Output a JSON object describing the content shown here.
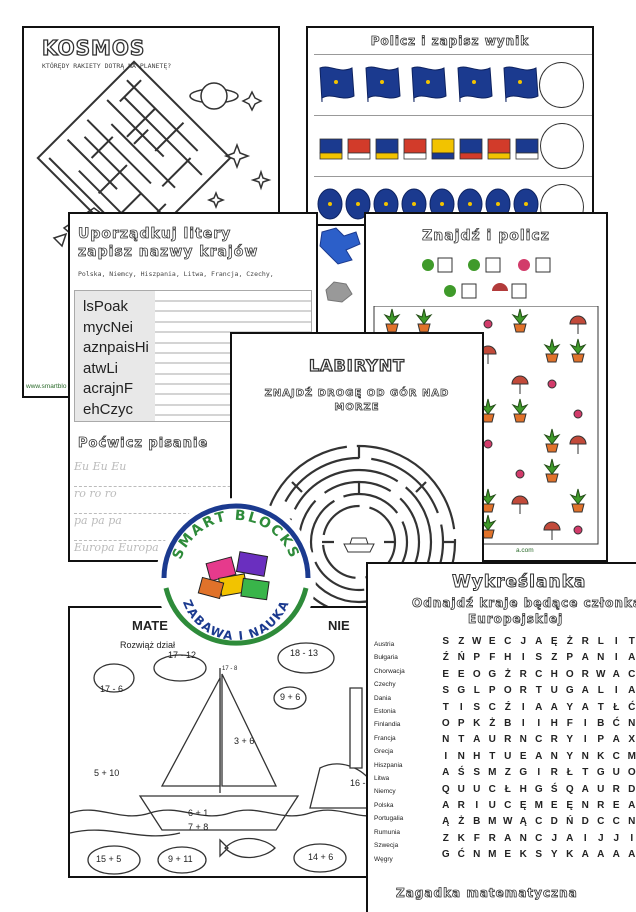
{
  "kosmos": {
    "title": "KOSMOS",
    "subtitle": "KTÓRĘDY RAKIETY DOTRĄ NA PLANETĘ?",
    "footer": "www.smartblo"
  },
  "policz": {
    "title": "Policz i zapisz wynik",
    "rows": [
      "flags",
      "crayons",
      "balloons"
    ]
  },
  "uporzadkuj": {
    "title_line1": "Uporządkuj litery",
    "title_line2": "zapisz nazwy krajów",
    "countries": "Polska, Niemcy, Hiszpania, Litwa, Francja, Czechy,",
    "words": [
      "lsPoak",
      "mycNei",
      "aznpaisHi",
      "atwLi",
      "acrajnF",
      "ehCzyc"
    ],
    "practice_title": "Poćwicz pisanie",
    "practice_lines": [
      "Eu Eu Eu",
      "ro ro ro",
      "pa pa pa",
      "Europa Europa"
    ]
  },
  "znajdz": {
    "title": "Znajdź i policz",
    "footer": "a.com"
  },
  "labirynt": {
    "title": "LABIRYNT",
    "subtitle_line1": "ZNAJDŹ DROGĘ OD GÓR NAD",
    "subtitle_line2": "MORZE"
  },
  "logo": {
    "line1": "SMART BLOCKS",
    "line2": "ZABAWA I NAUKA"
  },
  "matematyka": {
    "title": "MATE",
    "title_end": "NIE",
    "subtitle": "Rozwiąż dział",
    "problems": [
      "17 - 6",
      "17 - 12",
      "18 - 13",
      "17 - 8",
      "9 + 6",
      "3 + 6",
      "5 + 10",
      "6 + 1",
      "7 + 8",
      "15 + 5",
      "9 + 11",
      "14 + 6",
      "16 -"
    ]
  },
  "wykreslanka": {
    "title": "Wykreślanka",
    "subtitle_line1": "Odnajdź kraje będące członkami",
    "subtitle_line2": "Europejskiej",
    "countries": [
      "Austria",
      "Bułgaria",
      "Chorwacja",
      "Czechy",
      "Dania",
      "Estonia",
      "Finlandia",
      "Francja",
      "Grecja",
      "Hiszpania",
      "Litwa",
      "Niemcy",
      "Polska",
      "Portugalia",
      "Rumunia",
      "Szwecja",
      "Węgry"
    ],
    "grid": [
      "SZWECJAĘŻRLIT",
      "ŹŃPFHISZPANIA",
      "EEOGŻRCHORWAC",
      "SGLPORTUGALIA",
      "TISCŹIAAYATŁĆ",
      "OPKŻBIIHFIBĆN",
      "NTAURNCRYIPAX",
      "INHTUEANYNKCM",
      "AŚSMZGIRŁTGUO",
      "QUUCŁHGŚQAURD",
      "ARIUCĘMEĘNREA",
      "ĄŻBMWĄCDŃDCCN",
      "ZKFRANCJAIJJI",
      "GĆNMEKSYKAAAA"
    ],
    "footer": "Zagadka matematyczna"
  },
  "colors": {
    "eu_blue": "#1b3a8f",
    "eu_gold": "#f2c300",
    "plant_green": "#3f9a2a",
    "pot_orange": "#e0722a"
  }
}
